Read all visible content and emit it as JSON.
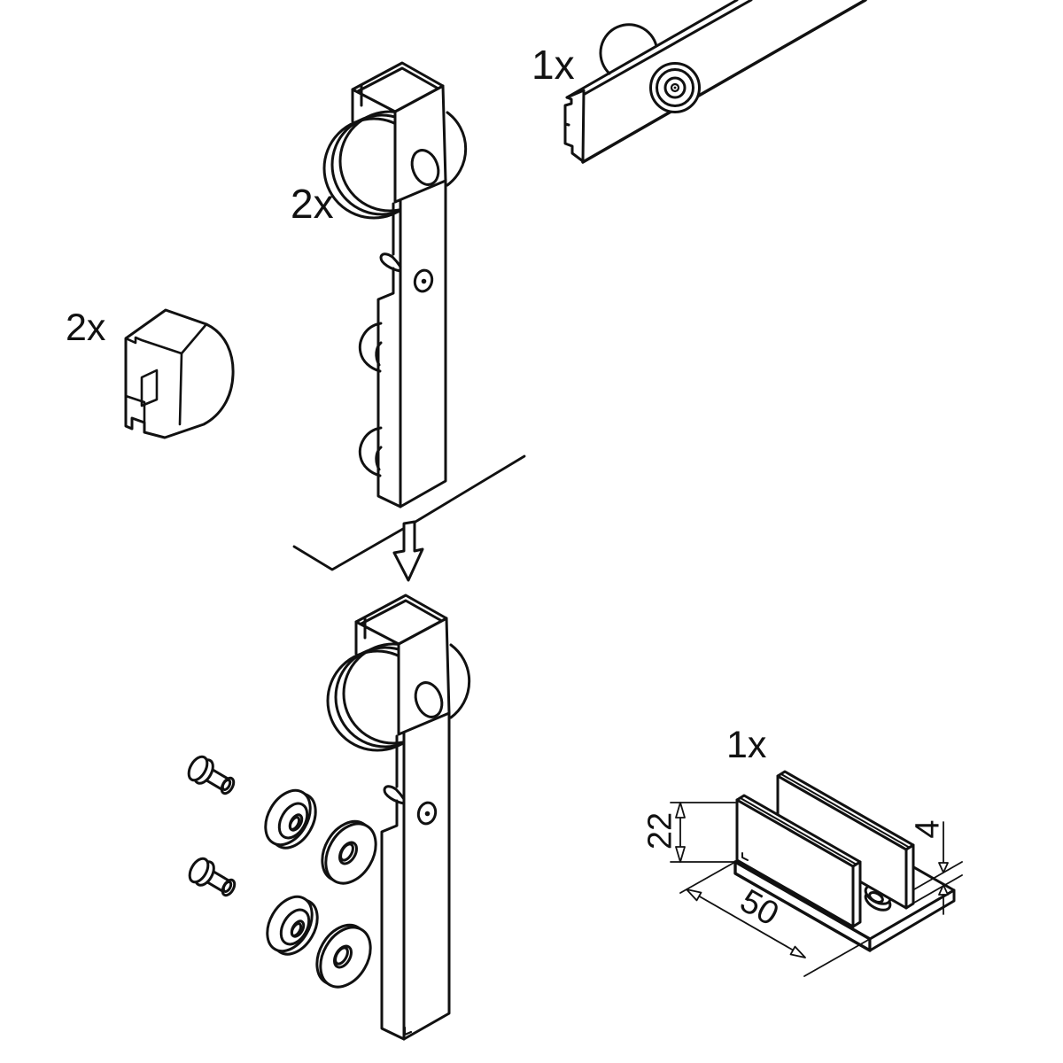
{
  "drawing": {
    "background": "#ffffff",
    "line_color": "#111111",
    "quantities": {
      "rail": "1x",
      "roller_hanger": "2x",
      "door_stop": "2x",
      "floor_guide": "1x"
    },
    "dimensions": {
      "guide_height": "22",
      "guide_length": "50",
      "guide_plate_thickness": "4"
    }
  }
}
